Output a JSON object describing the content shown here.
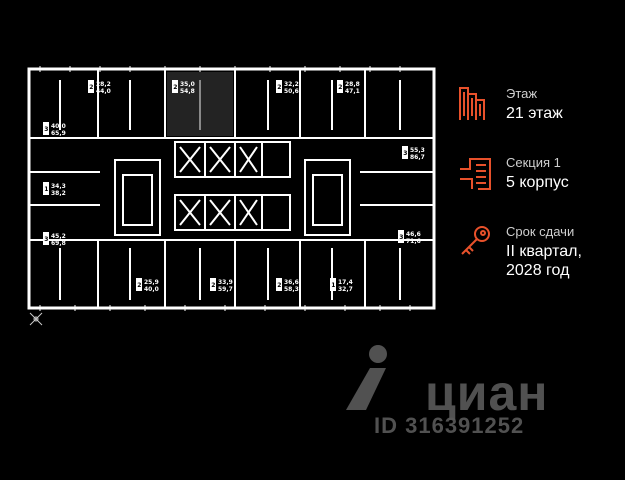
{
  "info": {
    "floor_label": "Этаж",
    "floor_value": "21 этаж",
    "section_label": "Секция 1",
    "section_value": "5 корпус",
    "delivery_label": "Срок сдачи",
    "delivery_value_line1": "II квартал,",
    "delivery_value_line2": "2028 год"
  },
  "colors": {
    "accent": "#e8512b",
    "plan_wall": "#ffffff",
    "background": "#000000",
    "watermark": "#5a5a5a"
  },
  "watermark": {
    "brand": "циан",
    "listing_id": "ID 316391252"
  },
  "apartments": [
    {
      "rooms": "2",
      "area_living": "28,2",
      "area_total": "44,0"
    },
    {
      "rooms": "2",
      "area_living": "35,0",
      "area_total": "54,8"
    },
    {
      "rooms": "2",
      "area_living": "32,2",
      "area_total": "50,6"
    },
    {
      "rooms": "2",
      "area_living": "28,8",
      "area_total": "47,1"
    },
    {
      "rooms": "3",
      "area_living": "40,0",
      "area_total": "65,9"
    },
    {
      "rooms": "1",
      "area_living": "34,3",
      "area_total": "38,2"
    },
    {
      "rooms": "3",
      "area_living": "55,3",
      "area_total": "86,7"
    },
    {
      "rooms": "3",
      "area_living": "45,2",
      "area_total": "69,8"
    },
    {
      "rooms": "3",
      "area_living": "46,6",
      "area_total": "71,6"
    },
    {
      "rooms": "2",
      "area_living": "25,9",
      "area_total": "40,0"
    },
    {
      "rooms": "2",
      "area_living": "33,9",
      "area_total": "59,7"
    },
    {
      "rooms": "2",
      "area_living": "36,6",
      "area_total": "58,3"
    },
    {
      "rooms": "1",
      "area_living": "17,4",
      "area_total": "32,7"
    }
  ],
  "icons": [
    "floor-icon",
    "section-icon",
    "key-icon",
    "compass-icon",
    "cian-logo-icon"
  ]
}
